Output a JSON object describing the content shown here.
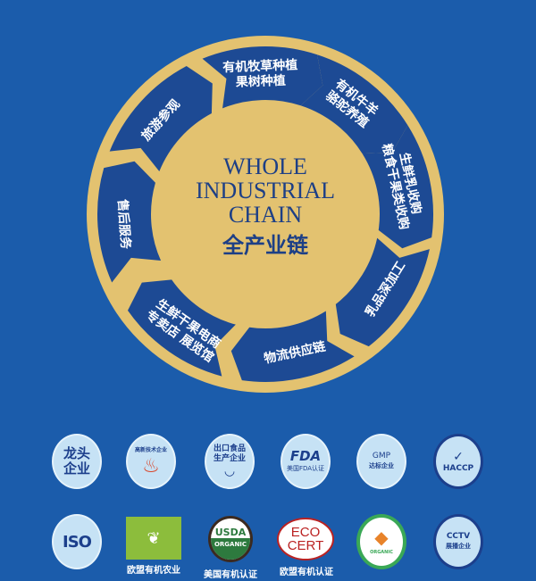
{
  "center": {
    "line1": "WHOLE",
    "line2": "INDUSTRIAL",
    "line3": "CHAIN",
    "chinese": "全产业链"
  },
  "segments": [
    {
      "lines": [
        "有机牧草种植",
        "果树种植"
      ],
      "angle": -92
    },
    {
      "lines": [
        "有机牛羊",
        "骆驼养殖"
      ],
      "angle": -52
    },
    {
      "lines": [
        "生鲜乳收购",
        "粮食干果类收购"
      ],
      "angle": -12
    },
    {
      "lines": [
        "乳品深加工"
      ],
      "angle": 32
    },
    {
      "lines": [
        "物流供应链"
      ],
      "angle": 78
    },
    {
      "lines": [
        "生鲜干果电商",
        "专卖店 展览馆"
      ],
      "angle": 125
    },
    {
      "lines": [
        "售后服务"
      ],
      "angle": 176
    },
    {
      "lines": [
        "旅游参观"
      ],
      "angle": -138
    }
  ],
  "colors": {
    "background": "#1b5cab",
    "ring": "#e3c270",
    "segment": "#1d4a94",
    "text": "#1d3f86"
  },
  "badges": {
    "longtou": [
      "龙头",
      "企业"
    ],
    "hightech": "高新技术企业",
    "export": [
      "出口食品",
      "生产企业"
    ],
    "fda": {
      "logo": "FDA",
      "text": "美国FDA认证"
    },
    "gmp": {
      "logo": "GMP",
      "text": "达标企业"
    },
    "haccp": "HACCP",
    "iso": "ISO",
    "eu_label": "欧盟有机农业",
    "usda": {
      "top": "USDA",
      "bottom": "ORGANIC",
      "label": "美国有机认证"
    },
    "ecocert": {
      "line1": "ECO",
      "line2": "CERT",
      "label": "欧盟有机认证"
    },
    "china_organic": "ORGANIC",
    "cctv": {
      "logo": "CCTV",
      "text": "展播企业"
    }
  }
}
